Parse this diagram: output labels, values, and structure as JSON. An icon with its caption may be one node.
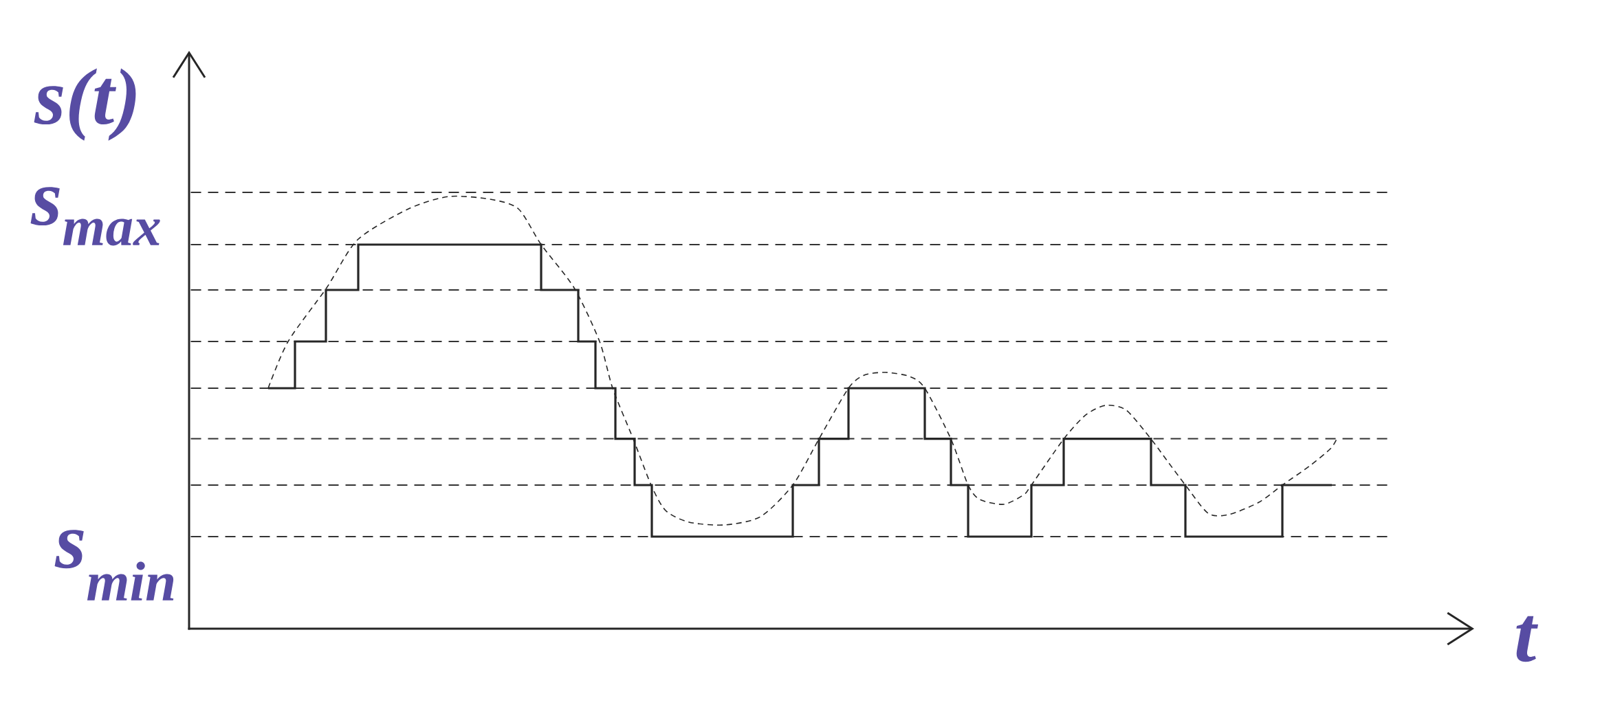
{
  "diagram": {
    "labels": [
      "s(t)",
      "s$_{max}$",
      "s$_{min}$",
      "t"
    ]
  }
}
